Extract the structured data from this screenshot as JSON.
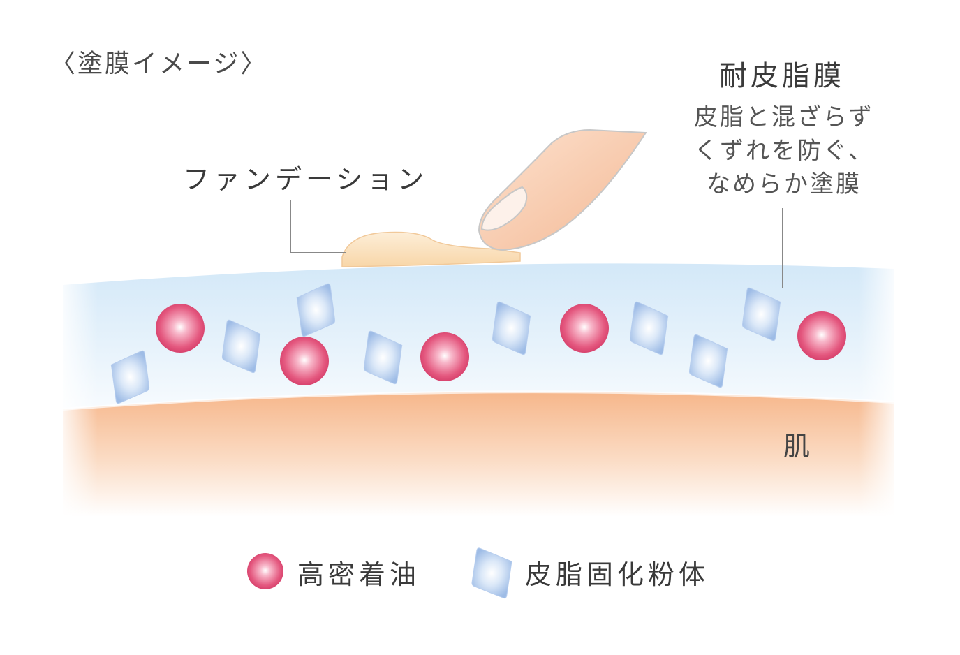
{
  "title": "〈塗膜イメージ〉",
  "film": {
    "title": "耐皮脂膜",
    "description": [
      "皮脂と混ざらず",
      "くずれを防ぐ、",
      "なめらか塗膜"
    ]
  },
  "foundation_label": "ファンデーション",
  "skin_label": "肌",
  "legend": {
    "oil": {
      "label": "高密着油",
      "icon": "pink-sphere-icon",
      "color": "#e0507a"
    },
    "powder": {
      "label": "皮脂固化粉体",
      "icon": "blue-tile-icon",
      "color": "#a8c4ea"
    }
  },
  "colors": {
    "film_layer": "#cfe6f7",
    "skin_layer": "#f6b98f",
    "foundation": "#fbe0b8",
    "finger": "#f7c7a4"
  }
}
